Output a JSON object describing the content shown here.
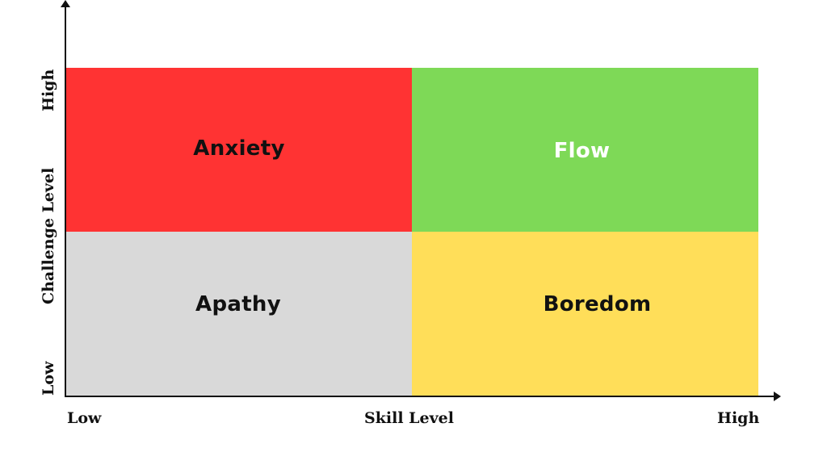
{
  "chart_data": {
    "type": "quadrant",
    "title": "",
    "xlabel": "Skill Level",
    "ylabel": "Challenge Level",
    "x_ticks": [
      "Low",
      "High"
    ],
    "y_ticks": [
      "Low",
      "High"
    ],
    "quadrants": [
      {
        "name": "Anxiety",
        "position": "top-left",
        "skill": "Low",
        "challenge": "High",
        "color": "#FF3333",
        "text_color": "#111111"
      },
      {
        "name": "Flow",
        "position": "top-right",
        "skill": "High",
        "challenge": "High",
        "color": "#7ED957",
        "text_color": "#FFFFFF"
      },
      {
        "name": "Apathy",
        "position": "bottom-left",
        "skill": "Low",
        "challenge": "Low",
        "color": "#D9D9D9",
        "text_color": "#111111"
      },
      {
        "name": "Boredom",
        "position": "bottom-right",
        "skill": "High",
        "challenge": "Low",
        "color": "#FFDE59",
        "text_color": "#111111"
      }
    ]
  },
  "axes": {
    "x": {
      "label": "Skill Level",
      "low": "Low",
      "high": "High"
    },
    "y": {
      "label": "Challenge Level",
      "low": "Low",
      "high": "High"
    }
  },
  "quadrants": {
    "anxiety": {
      "label": "Anxiety",
      "color": "#FF3333"
    },
    "flow": {
      "label": "Flow",
      "color": "#7ED957"
    },
    "apathy": {
      "label": "Apathy",
      "color": "#D9D9D9"
    },
    "boredom": {
      "label": "Boredom",
      "color": "#FFDE59"
    }
  }
}
